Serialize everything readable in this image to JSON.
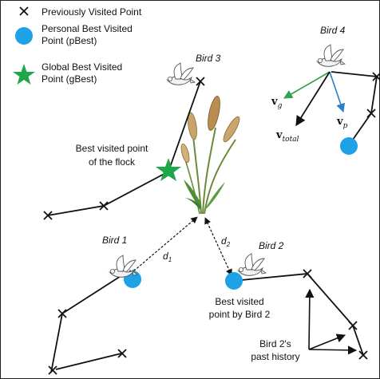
{
  "legend": {
    "previous": "Previously Visited Point",
    "pbest_line1": "Personal Best Visited",
    "pbest_line2": "Point (pBest)",
    "gbest_line1": "Global Best Visited",
    "gbest_line2": "Point (gBest)"
  },
  "birds": {
    "bird1": "Bird 1",
    "bird2": "Bird 2",
    "bird3": "Bird 3",
    "bird4": "Bird 4"
  },
  "annotations": {
    "flock_best_line1": "Best visited point",
    "flock_best_line2": "of the flock",
    "bird2_best_line1": "Best visited",
    "bird2_best_line2": "point by Bird 2",
    "bird2_history_line1": "Bird 2's",
    "bird2_history_line2": "past history"
  },
  "vectors": {
    "v": "v",
    "g_sub": "g",
    "p_sub": "p",
    "total_sub": "total",
    "d": "d",
    "one": "1",
    "two": "2"
  },
  "colors": {
    "pbest": "#1ea1e6",
    "gbest": "#1fa54a",
    "vg": "#2ea24f",
    "vp": "#2a7fc6",
    "line": "#111111"
  }
}
